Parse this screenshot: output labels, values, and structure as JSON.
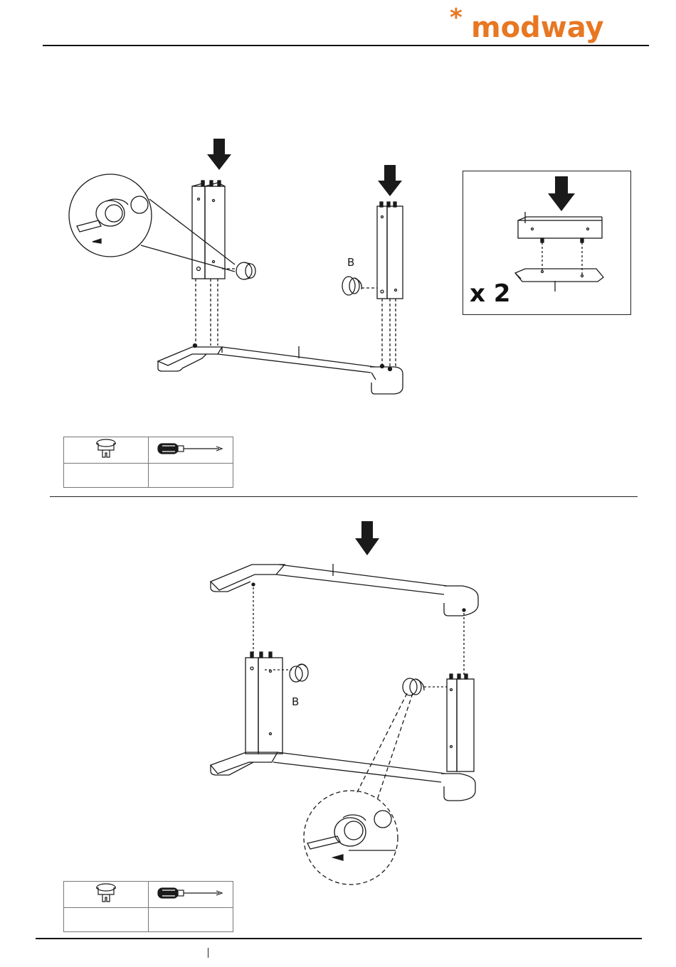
{
  "brand": {
    "logo_text": "modway",
    "asterisk": "*",
    "color": "#e87722"
  },
  "step1": {
    "hardware_label": "B",
    "multiplier": "x 2",
    "parts_table": {
      "hardware_icon": "cam-lock-icon",
      "tool_icon": "screwdriver-icon",
      "hardware_qty": "",
      "tool_qty": ""
    }
  },
  "step2": {
    "hardware_label": "B",
    "parts_table": {
      "hardware_icon": "cam-lock-icon",
      "tool_icon": "screwdriver-icon",
      "hardware_qty": "",
      "tool_qty": ""
    }
  }
}
